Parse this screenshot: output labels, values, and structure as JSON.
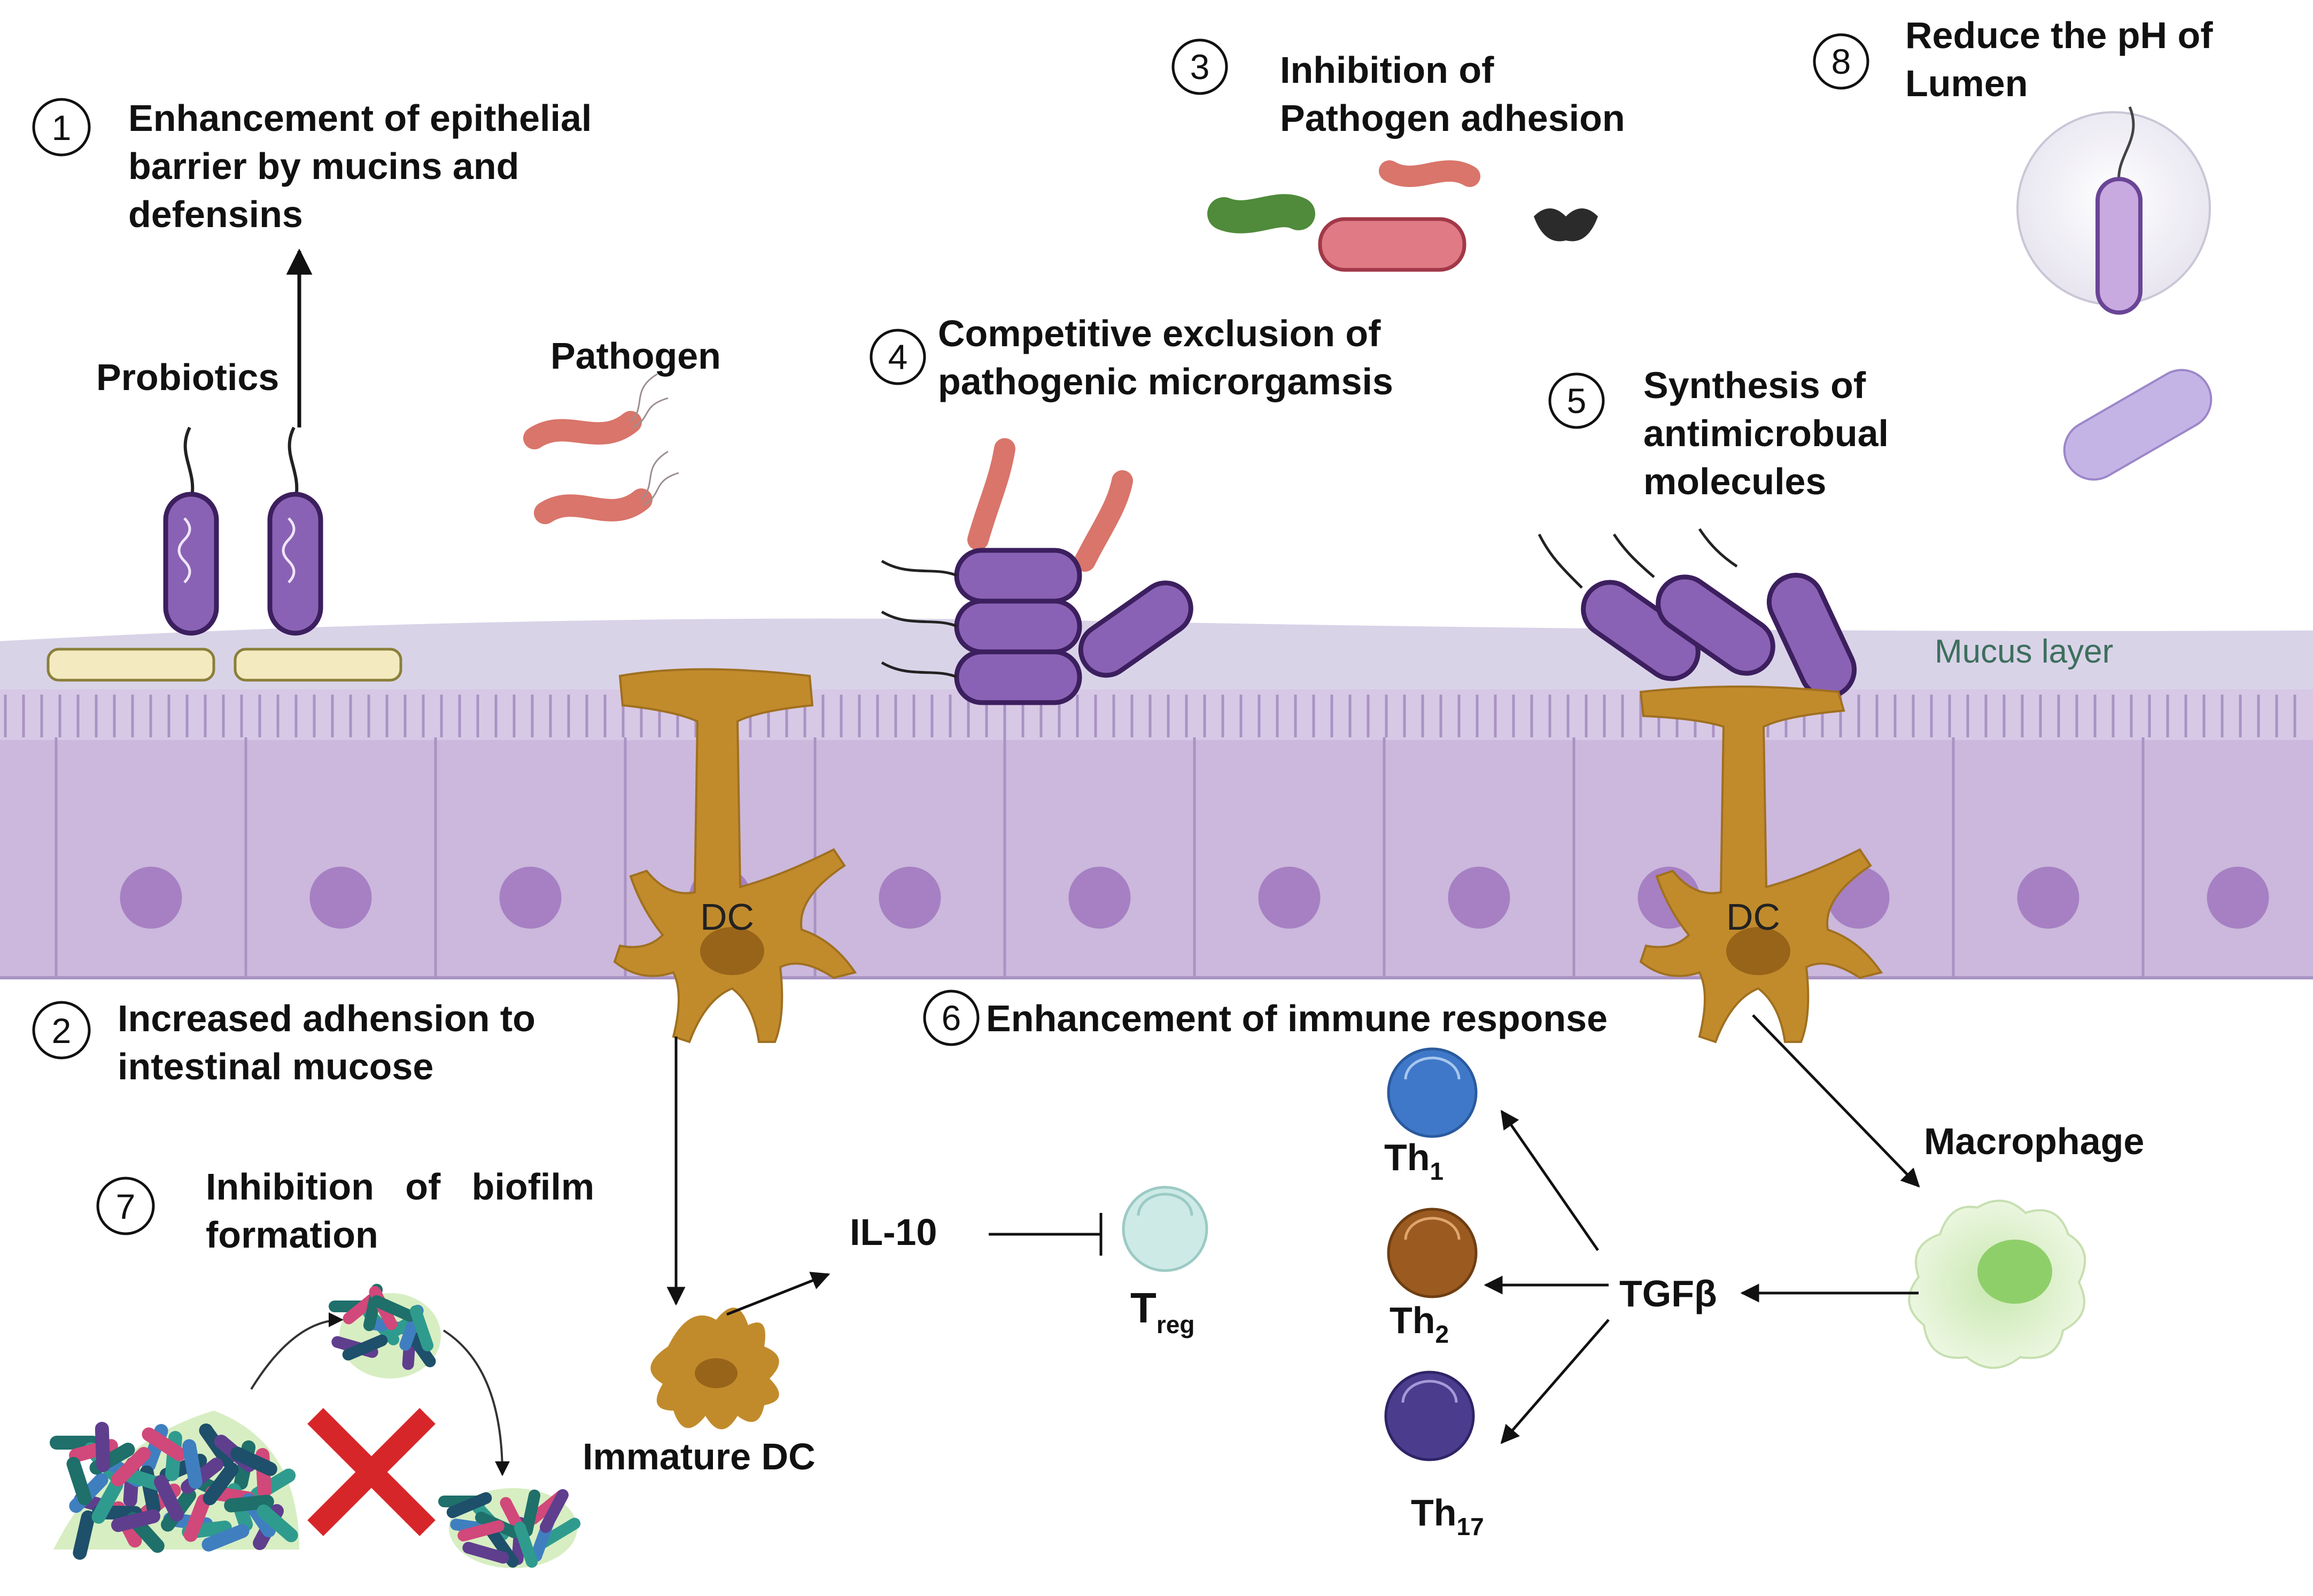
{
  "colors": {
    "epithelium": "#cbb8dc",
    "cell_border": "#b19fcc",
    "nucleus": "#a680c3",
    "mucus": "#d9d3e8",
    "probiotic_fill": "#8a62b5",
    "probiotic_stroke": "#3c1f5e",
    "pathogen": "#d9756b",
    "dc": "#c18b2c",
    "th1": "#3f78c8",
    "th2": "#9b5a20",
    "th17": "#4b3c8e",
    "treg": "#cdeae6",
    "macrophage": "#d6edc2",
    "inhibit_cross": "#d7262a"
  },
  "steps": [
    {
      "number": "1",
      "text_lines": [
        "Enhancement of epithelial",
        "barrier by mucins and",
        "defensins"
      ]
    },
    {
      "number": "2",
      "text_lines": [
        "Increased adhension to",
        "intestinal mucose"
      ]
    },
    {
      "number": "3",
      "text_lines": [
        "Inhibition of",
        "Pathogen adhesion"
      ]
    },
    {
      "number": "4",
      "text_lines": [
        "Competitive exclusion of",
        "pathogenic microrgamsis"
      ]
    },
    {
      "number": "5",
      "text_lines": [
        "Synthesis of",
        "antimicrobual",
        "molecules"
      ]
    },
    {
      "number": "6",
      "text_lines": [
        "Enhancement of immune response"
      ]
    },
    {
      "number": "7",
      "text_lines": [
        "Inhibition   of   biofilm",
        "formation"
      ]
    },
    {
      "number": "8",
      "text_lines": [
        "Reduce the pH of",
        "Lumen"
      ]
    }
  ],
  "labels": {
    "probiotics": "Probiotics",
    "pathogen": "Pathogen",
    "mucus_layer": "Mucus layer",
    "dc_left": "DC",
    "dc_right": "DC",
    "immature_dc": "Immature DC",
    "il10": "IL-10",
    "treg_main": "T",
    "treg_sub": "reg",
    "tgfb": "TGFβ",
    "macrophage": "Macrophage",
    "th1_main": "Th",
    "th1_sub": "1",
    "th2_main": "Th",
    "th2_sub": "2",
    "th17_main": "Th",
    "th17_sub": "17"
  },
  "icons": [
    "up-arrow-icon",
    "inhibition-cross-icon",
    "inhibition-bar-icon"
  ]
}
